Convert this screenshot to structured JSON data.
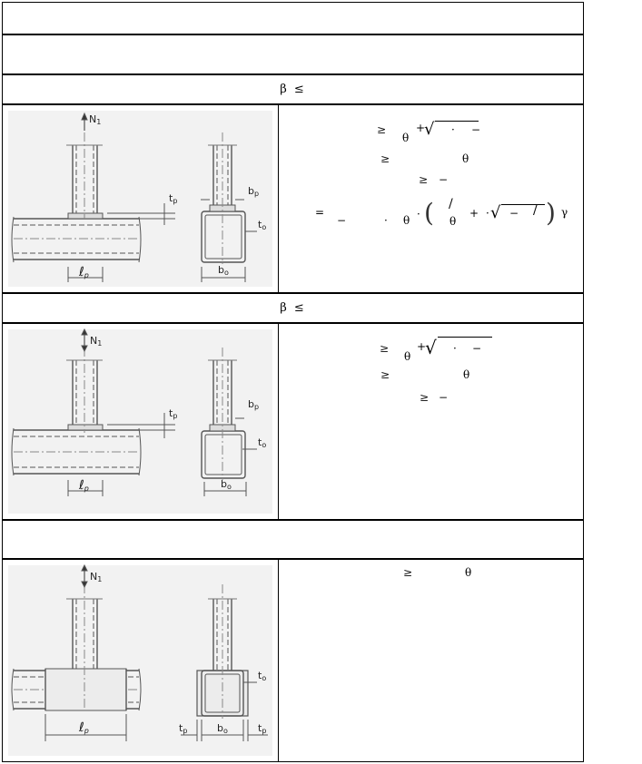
{
  "sections": [
    {
      "banner": "β  ≤"
    },
    {
      "banner": "β  ≤"
    }
  ],
  "figure_labels": {
    "n1": "N",
    "n1_sub": "1",
    "tp": "t",
    "tp_sub": "p",
    "bp": "b",
    "bp_sub": "p",
    "to": "t",
    "to_sub": "o",
    "bo": "b",
    "bo_sub": "o",
    "lp": "ℓ",
    "lp_sub": "p"
  },
  "equations": {
    "block1": {
      "l1_ge": "≥",
      "l1_theta": "θ",
      "l1_plus": "+",
      "l1_sqrt": "√",
      "l1_dot": "·",
      "l1_minus": "−",
      "l2_ge": "≥",
      "l2_theta": "θ",
      "l3_ge": "≥",
      "l3_minus": "−",
      "l4_eq": "=",
      "l4_minus": "−",
      "l4_dot": "·",
      "l4_theta": "θ",
      "l4_dot2": "·",
      "l4_slash": "/",
      "l4_theta2": "θ",
      "l4_plus": "+",
      "l4_dot3": "·",
      "l4_sqrt": "√",
      "l4_minus2": "−",
      "l4_slash2": "/",
      "l4_gamma": "γ"
    },
    "block2": {
      "l1_ge": "≥",
      "l1_theta": "θ",
      "l1_plus": "+",
      "l1_sqrt": "√",
      "l1_dot": "·",
      "l1_minus": "−",
      "l2_ge": "≥",
      "l2_theta": "θ",
      "l3_ge": "≥",
      "l3_minus": "−"
    },
    "block3": {
      "l1_ge": "≥",
      "l1_theta": "θ"
    }
  }
}
